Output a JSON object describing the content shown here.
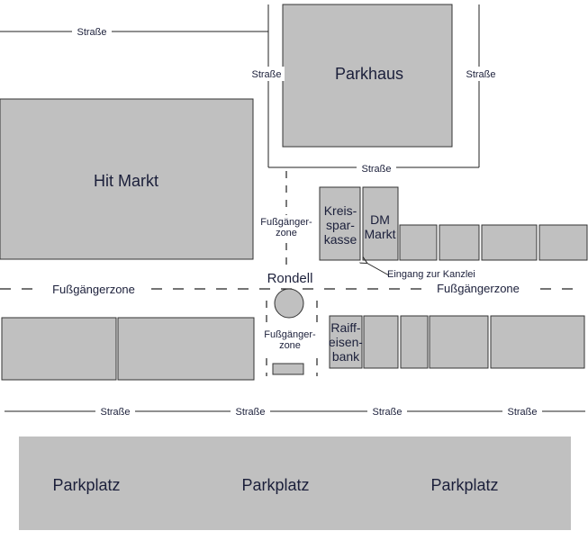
{
  "roads": {
    "top": "Straße",
    "parkhaus_left": "Straße",
    "parkhaus_right": "Straße",
    "parkhaus_bottom": "Straße",
    "bottom_1": "Straße",
    "bottom_2": "Straße",
    "bottom_3": "Straße",
    "bottom_4": "Straße"
  },
  "buildings": {
    "parkhaus": "Parkhaus",
    "hit_markt": "Hit Markt",
    "kreissparkasse": [
      "Kreis-",
      "spar-",
      "kasse"
    ],
    "dm_markt": [
      "DM",
      "Markt"
    ],
    "raiffeisenbank": [
      "Raiff-",
      "eisen-",
      "bank"
    ]
  },
  "zones": {
    "fussgaengerzone_left": "Fußgängerzone",
    "fussgaengerzone_right": "Fußgängerzone",
    "fussgaenger_upper": [
      "Fußgänger-",
      "zone"
    ],
    "fussgaenger_lower": [
      "Fußgänger-",
      "zone"
    ]
  },
  "rondell": "Rondell",
  "entrance_label": "Eingang zur Kanzlei",
  "parking": [
    "Parkplatz",
    "Parkplatz",
    "Parkplatz"
  ]
}
